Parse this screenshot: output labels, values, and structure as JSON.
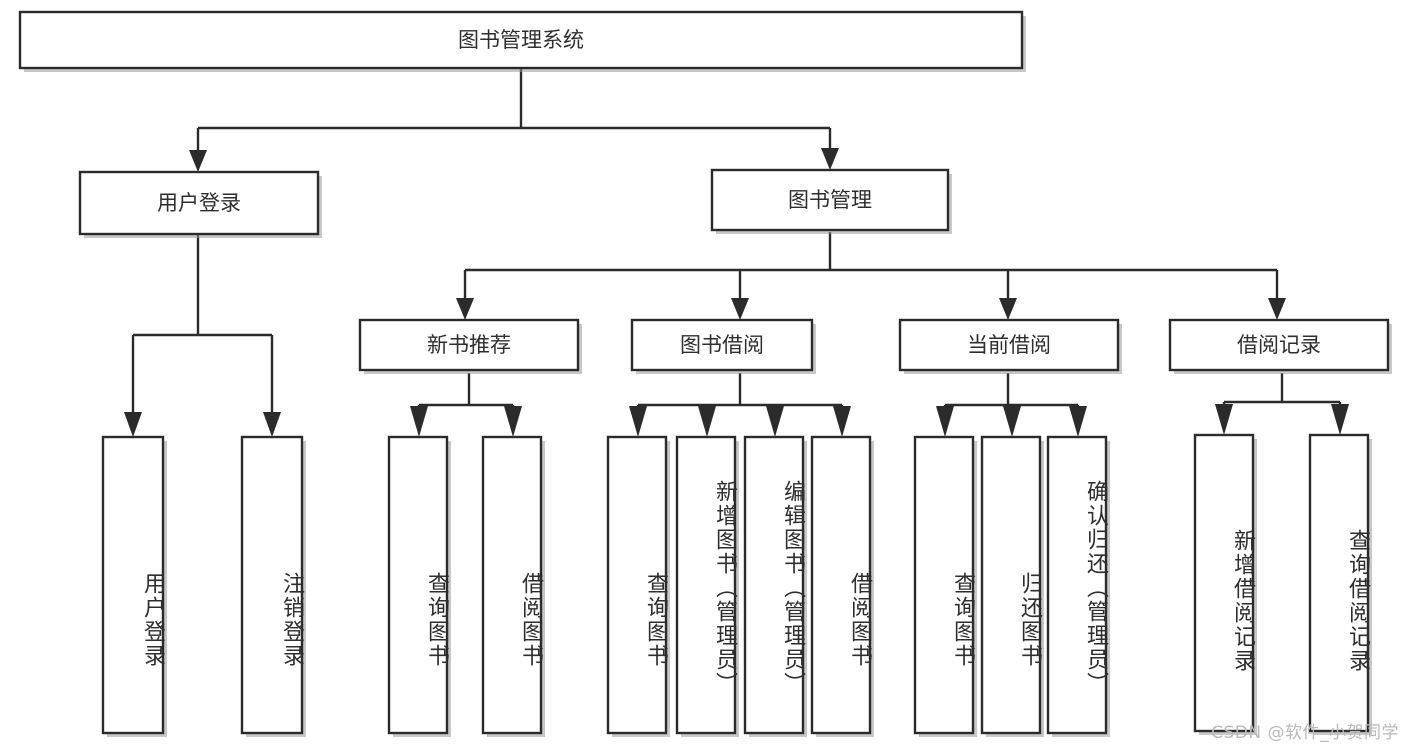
{
  "diagram": {
    "title": "图书管理系统",
    "type": "tree-hierarchy",
    "root": {
      "id": "root",
      "label": "图书管理系统",
      "orientation": "horizontal"
    },
    "level1": [
      {
        "id": "user-login",
        "label": "用户登录",
        "orientation": "horizontal"
      },
      {
        "id": "book-manage",
        "label": "图书管理",
        "orientation": "horizontal"
      }
    ],
    "level2": [
      {
        "id": "new-book-recommend",
        "label": "新书推荐",
        "orientation": "horizontal",
        "parent": "book-manage"
      },
      {
        "id": "book-borrow",
        "label": "图书借阅",
        "orientation": "horizontal",
        "parent": "book-manage"
      },
      {
        "id": "current-borrow",
        "label": "当前借阅",
        "orientation": "horizontal",
        "parent": "book-manage"
      },
      {
        "id": "borrow-record",
        "label": "借阅记录",
        "orientation": "horizontal",
        "parent": "book-manage"
      }
    ],
    "leaves": [
      {
        "id": "leaf-user-login",
        "label": "用户登录",
        "parent": "user-login",
        "orientation": "vertical"
      },
      {
        "id": "leaf-user-logout",
        "label": "注销登录",
        "parent": "user-login",
        "orientation": "vertical"
      },
      {
        "id": "leaf-query-book-1",
        "label": "查询图书",
        "parent": "new-book-recommend",
        "orientation": "vertical"
      },
      {
        "id": "leaf-borrow-book-1",
        "label": "借阅图书",
        "parent": "new-book-recommend",
        "orientation": "vertical"
      },
      {
        "id": "leaf-query-book-2",
        "label": "查询图书",
        "parent": "book-borrow",
        "orientation": "vertical"
      },
      {
        "id": "leaf-add-book",
        "label": "新增图书（管理员）",
        "parent": "book-borrow",
        "orientation": "vertical"
      },
      {
        "id": "leaf-edit-book",
        "label": "编辑图书（管理员）",
        "parent": "book-borrow",
        "orientation": "vertical"
      },
      {
        "id": "leaf-borrow-book-2",
        "label": "借阅图书",
        "parent": "book-borrow",
        "orientation": "vertical"
      },
      {
        "id": "leaf-query-book-3",
        "label": "查询图书",
        "parent": "current-borrow",
        "orientation": "vertical"
      },
      {
        "id": "leaf-return-book",
        "label": "归还图书",
        "parent": "current-borrow",
        "orientation": "vertical"
      },
      {
        "id": "leaf-confirm-return",
        "label": "确认归还（管理员）",
        "parent": "current-borrow",
        "orientation": "vertical"
      },
      {
        "id": "leaf-add-record",
        "label": "新增借阅记录",
        "parent": "borrow-record",
        "orientation": "vertical"
      },
      {
        "id": "leaf-query-record",
        "label": "查询借阅记录",
        "parent": "borrow-record",
        "orientation": "vertical"
      }
    ],
    "colors": {
      "background": "#ffffff",
      "stroke": "#2b2b2b",
      "text": "#2e2e2e",
      "watermark": "#b9b9b9"
    }
  },
  "watermark": {
    "text": "CSDN @软件_小贺同学"
  }
}
